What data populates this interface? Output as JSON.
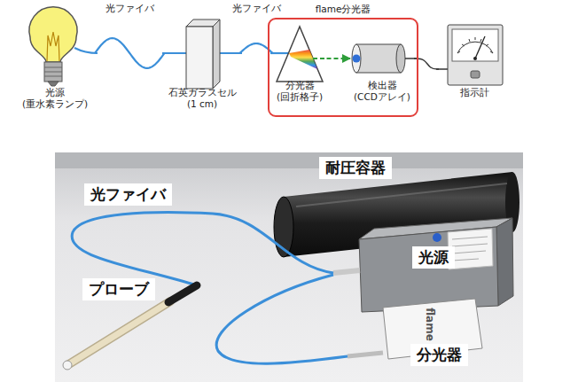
{
  "diagram": {
    "nodes": [
      {
        "text": [
          "光源",
          "(重水素ランプ)"
        ]
      },
      {
        "text": [
          "石英ガラスセル",
          "(1 cm)"
        ]
      },
      {
        "text": [
          "flame分光器"
        ]
      },
      {
        "text": [
          "分光器",
          "(回折格子)"
        ],
        "in": 2
      },
      {
        "text": [
          "検出器",
          "(CCDアレイ)"
        ],
        "in": 2
      },
      {
        "text": [
          "指示計"
        ]
      },
      {
        "text": [
          "耐圧容器"
        ]
      },
      {
        "text": [
          "光ファイバ"
        ]
      },
      {
        "text": [
          "光源"
        ]
      },
      {
        "text": [
          "プローブ"
        ]
      },
      {
        "text": [
          "分光器"
        ]
      }
    ],
    "edges": [
      {
        "from": 0,
        "to": 1,
        "arrow": "none",
        "label": "光ファイバ"
      },
      {
        "from": 1,
        "to": 3,
        "arrow": "none",
        "label": "光ファイバ"
      },
      {
        "from": 3,
        "to": 4,
        "arrow": "to"
      },
      {
        "from": 4,
        "to": 5,
        "arrow": "none"
      }
    ],
    "labels": [
      "flame"
    ]
  }
}
